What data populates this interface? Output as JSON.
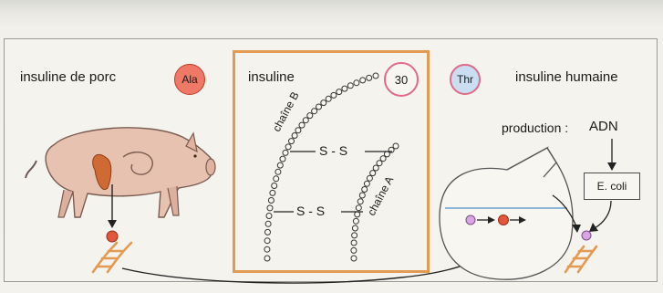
{
  "labels": {
    "pig_insulin": "insuline de porc",
    "insulin": "insuline",
    "human_insulin": "insuline humaine",
    "production": "production :",
    "dna": "ADN",
    "ecoli": "E. coli",
    "chain_a": "chaîne A",
    "chain_b": "chaîne B",
    "disulfide_upper": "S - S",
    "disulfide_lower": "S - S"
  },
  "badges": {
    "pig": "Ala",
    "position": "30",
    "human": "Thr"
  },
  "colors": {
    "orange_frame": "#e39a52",
    "red_residue": "#e2563b",
    "purple_residue": "#c58bd0",
    "ala_fill": "#f07866",
    "thr_fill": "#c9def0",
    "thr_border": "#e06a88",
    "pig_body": "#e8c2b0",
    "pancreas": "#d06a35"
  }
}
